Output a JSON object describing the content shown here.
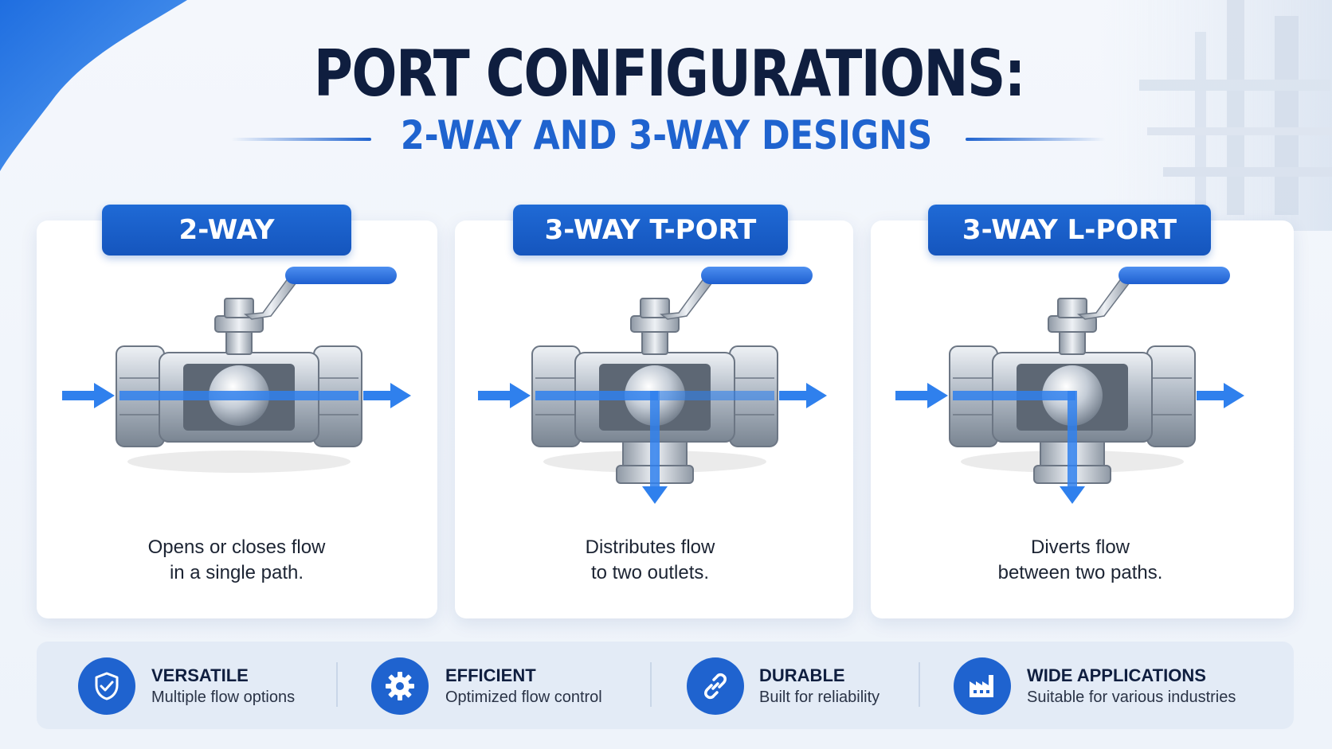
{
  "header": {
    "title": "PORT CONFIGURATIONS:",
    "subtitle": "2-WAY AND 3-WAY DESIGNS"
  },
  "cards": [
    {
      "label": "2-WAY",
      "description": [
        "Opens or closes flow",
        "in a single path."
      ]
    },
    {
      "label": "3-WAY T-PORT",
      "description": [
        "Distributes flow",
        "to two outlets."
      ]
    },
    {
      "label": "3-WAY L-PORT",
      "description": [
        "Diverts flow",
        "between two paths."
      ]
    }
  ],
  "features": [
    {
      "title": "VERSATILE",
      "subtitle": "Multiple flow options",
      "icon": "shield-check-icon"
    },
    {
      "title": "EFFICIENT",
      "subtitle": "Optimized flow control",
      "icon": "gear-icon"
    },
    {
      "title": "DURABLE",
      "subtitle": "Built for reliability",
      "icon": "chain-link-icon"
    },
    {
      "title": "WIDE APPLICATIONS",
      "subtitle": "Suitable for various industries",
      "icon": "factory-icon"
    }
  ],
  "colors": {
    "title": "#0f1e3f",
    "accent": "#1f63cf",
    "tab": "#1555bd",
    "handle": "#1e5fd0",
    "flow_arrow": "#2f80ed",
    "steel": "#b9c1cb"
  }
}
